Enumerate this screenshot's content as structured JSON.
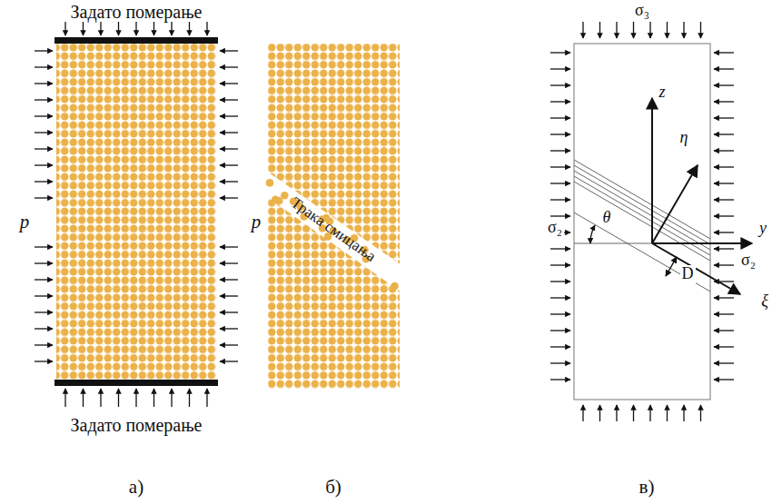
{
  "diagram": {
    "nodes": [
      {
        "text": [
          "Трака смицања"
        ]
      }
    ],
    "labels": [
      "Задато померање",
      "p",
      "Задато померање",
      "а)",
      "p",
      "б)",
      "σ₃",
      "σ₂",
      "z",
      "η",
      "y",
      "θ",
      "σ₂",
      "D",
      "ξ",
      "в)"
    ]
  }
}
